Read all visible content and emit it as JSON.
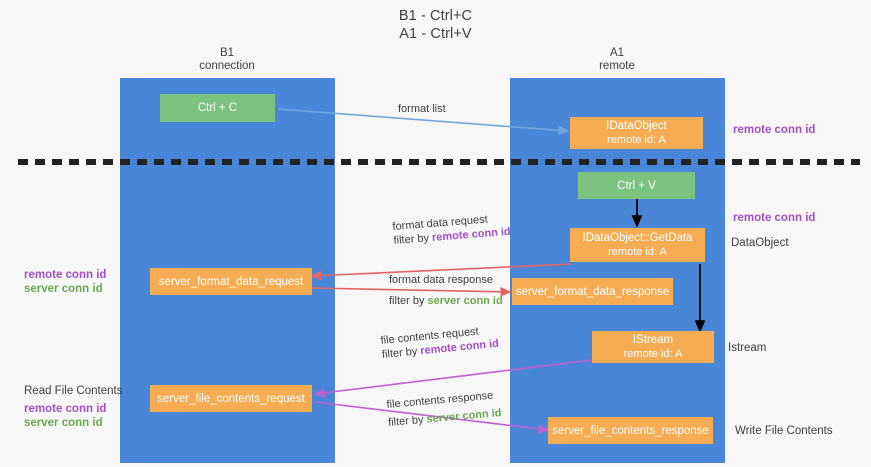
{
  "title": {
    "line1": "B1 - Ctrl+C",
    "line2": "A1 - Ctrl+V"
  },
  "columns": [
    {
      "name": "B1",
      "role": "connection"
    },
    {
      "name": "A1",
      "role": "remote"
    }
  ],
  "nodes": {
    "ctrl_c": {
      "label": "Ctrl + C",
      "color": "#7bc37f"
    },
    "idataobject": {
      "line1": "IDataObject",
      "line2": "remote id: A",
      "color": "#f6ac52"
    },
    "ctrl_v": {
      "label": "Ctrl + V",
      "color": "#7bc37f"
    },
    "getdata": {
      "line1": "IDataObject::GetData",
      "line2": "remote id: A",
      "color": "#f6ac52"
    },
    "istream": {
      "line1": "IStream",
      "line2": "remote id: A",
      "color": "#f6ac52"
    },
    "server_format_data_request": {
      "label": "server_format_data_request",
      "color": "#f6ac52"
    },
    "server_format_data_response": {
      "label": "server_format_data_response",
      "color": "#f6ac52"
    },
    "server_file_contents_request": {
      "label": "server_file_contents_request",
      "color": "#f6ac52"
    },
    "server_file_contents_response": {
      "label": "server_file_contents_response",
      "color": "#f6ac52"
    }
  },
  "edges": {
    "format_list": {
      "label": "format list"
    },
    "format_data_request": {
      "label": "format data request",
      "filter_prefix": "filter by ",
      "filter_key": "remote conn id"
    },
    "format_data_response": {
      "label": "format data response",
      "filter_prefix": "filter by ",
      "filter_key": "server conn id"
    },
    "file_contents_request": {
      "label": "file contents request",
      "filter_prefix": "filter by ",
      "filter_key": "remote conn id"
    },
    "file_contents_response": {
      "label": "file contents response",
      "filter_prefix": "filter by ",
      "filter_key": "server conn id"
    }
  },
  "annotations": {
    "right_remote_top": "remote conn id",
    "right_remote_mid": "remote conn id",
    "right_dataobject": "DataObject",
    "right_istream": "Istream",
    "right_write_file_contents": "Write File Contents",
    "left_remote_conn_id": "remote conn id",
    "left_server_conn_id": "server conn id",
    "left_read_file_contents": "Read File Contents",
    "left_remote_conn_id2": "remote conn id",
    "left_server_conn_id2": "server conn id"
  },
  "colors": {
    "lane": "#4a86d8",
    "green_box": "#7bc37f",
    "orange_box": "#f6ac52",
    "remote_conn_id": "#a34fc9",
    "server_conn_id": "#6aa84f",
    "format_list_arrow": "#6fa8dc",
    "format_data_arrow": "#e06666",
    "file_contents_arrow": "#c05fd0",
    "black_arrow": "#000000",
    "divider": "#222222",
    "background": "#f7f7f7"
  }
}
